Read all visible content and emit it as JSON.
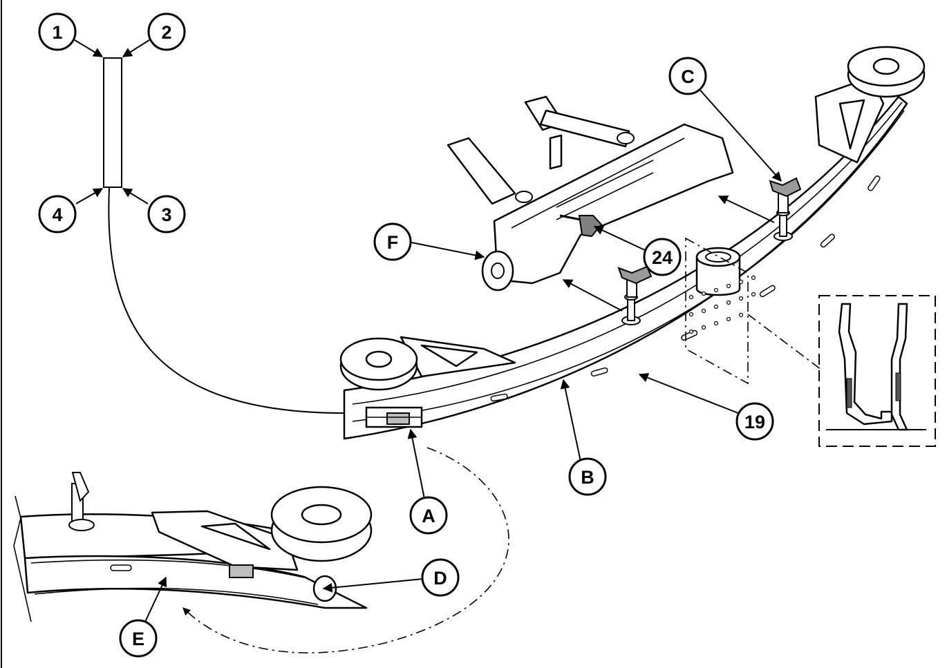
{
  "callouts": {
    "c1": "1",
    "c2": "2",
    "c3": "3",
    "c4": "4",
    "cA": "A",
    "cB": "B",
    "cC": "C",
    "cD": "D",
    "cE": "E",
    "cF": "F",
    "c19": "19",
    "c24": "24"
  },
  "colors": {
    "line": "#000000",
    "fill": "#ffffff",
    "shade": "#d8d8d8"
  }
}
